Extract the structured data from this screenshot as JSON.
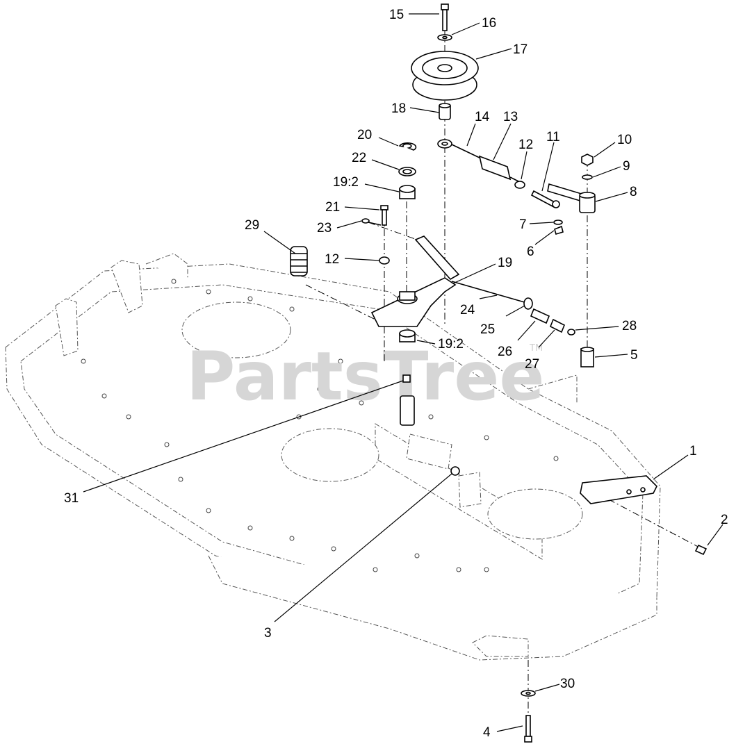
{
  "watermark": {
    "brand": "PartsTree",
    "trademark": "TM"
  },
  "callouts": [
    {
      "id": "c15",
      "text": "15"
    },
    {
      "id": "c16",
      "text": "16"
    },
    {
      "id": "c17",
      "text": "17"
    },
    {
      "id": "c18",
      "text": "18"
    },
    {
      "id": "c14",
      "text": "14"
    },
    {
      "id": "c13",
      "text": "13"
    },
    {
      "id": "c20",
      "text": "20"
    },
    {
      "id": "c22",
      "text": "22"
    },
    {
      "id": "c12a",
      "text": "12"
    },
    {
      "id": "c11",
      "text": "11"
    },
    {
      "id": "c10",
      "text": "10"
    },
    {
      "id": "c9",
      "text": "9"
    },
    {
      "id": "c8",
      "text": "8"
    },
    {
      "id": "c19_2a",
      "text": "19:2"
    },
    {
      "id": "c21",
      "text": "21"
    },
    {
      "id": "c29",
      "text": "29"
    },
    {
      "id": "c23",
      "text": "23"
    },
    {
      "id": "c7",
      "text": "7"
    },
    {
      "id": "c6",
      "text": "6"
    },
    {
      "id": "c12b",
      "text": "12"
    },
    {
      "id": "c19",
      "text": "19"
    },
    {
      "id": "c24",
      "text": "24"
    },
    {
      "id": "c25",
      "text": "25"
    },
    {
      "id": "c28",
      "text": "28"
    },
    {
      "id": "c26",
      "text": "26"
    },
    {
      "id": "c27",
      "text": "27"
    },
    {
      "id": "c19_2b",
      "text": "19:2"
    },
    {
      "id": "c5",
      "text": "5"
    },
    {
      "id": "c1",
      "text": "1"
    },
    {
      "id": "c2",
      "text": "2"
    },
    {
      "id": "c31",
      "text": "31"
    },
    {
      "id": "c3",
      "text": "3"
    },
    {
      "id": "c30",
      "text": "30"
    },
    {
      "id": "c4",
      "text": "4"
    }
  ]
}
